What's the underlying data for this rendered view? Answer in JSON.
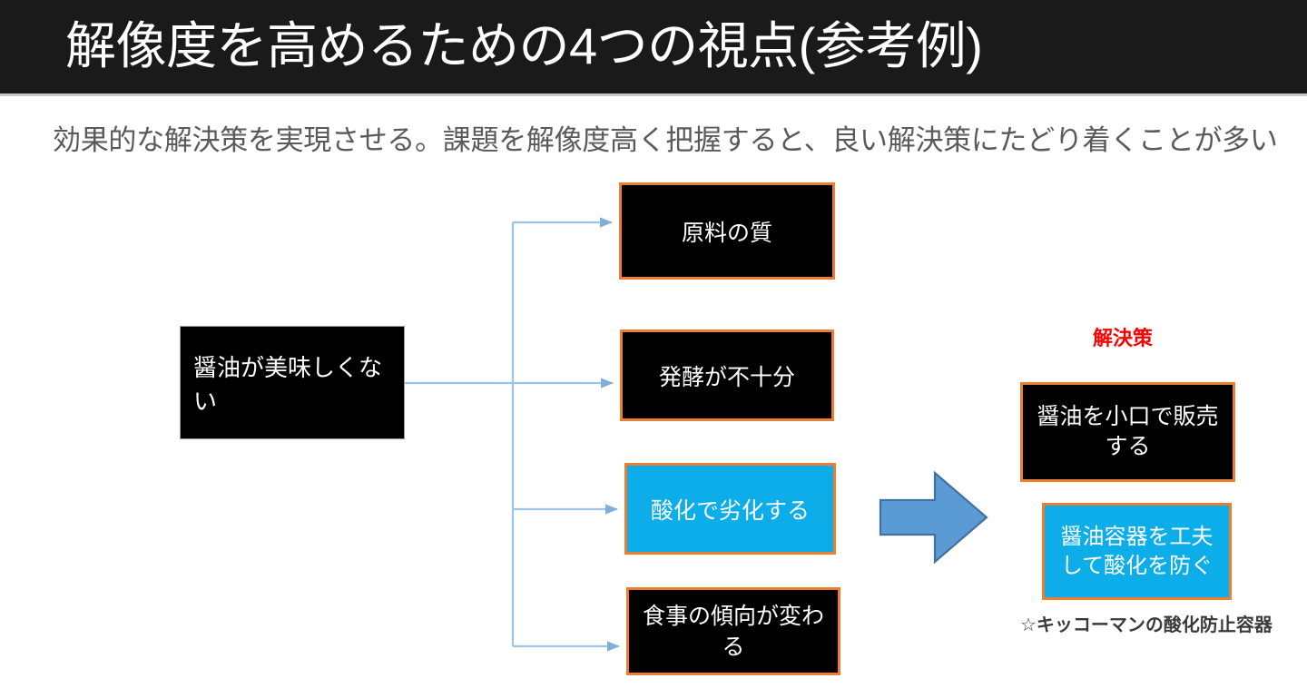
{
  "header": {
    "title": "解像度を高めるための4つの視点(参考例)",
    "bar_color": "#1a1a1a",
    "title_color": "#ffffff"
  },
  "subtitle": {
    "text": "効果的な解決策を実現させる。課題を解像度高く把握すると、良い解決策にたどり着くことが多い",
    "color": "#5a5a5a"
  },
  "diagram": {
    "root": {
      "label": "醤油が美味しくない",
      "fill": "#000000",
      "border": "#9a9a9a",
      "text_color": "#ffffff"
    },
    "branches": [
      {
        "label": "原料の質",
        "fill": "#000000",
        "border": "#ED7D31",
        "text_color": "#ffffff"
      },
      {
        "label": "発酵が不十分",
        "fill": "#000000",
        "border": "#ED7D31",
        "text_color": "#ffffff"
      },
      {
        "label": "酸化で劣化する",
        "fill": "#0CADE8",
        "border": "#ED7D31",
        "text_color": "#ffffff"
      },
      {
        "label": "食事の傾向が変わる",
        "fill": "#000000",
        "border": "#ED7D31",
        "text_color": "#ffffff"
      }
    ],
    "connector_color": "#9DC3E6",
    "transition_arrow": {
      "name": "right-block-arrow",
      "fill": "#5B9BD5",
      "stroke": "#41719C"
    },
    "solutions": {
      "heading": "解決策",
      "heading_color": "#FF0000",
      "items": [
        {
          "label": "醤油を小口で販売する",
          "fill": "#000000",
          "border": "#ED7D31",
          "text_color": "#ffffff"
        },
        {
          "label": "醤油容器を工夫して酸化を防ぐ",
          "fill": "#0CADE8",
          "border": "#ED7D31",
          "text_color": "#ffffff"
        }
      ],
      "footnote": "☆キッコーマンの酸化防止容器",
      "footnote_color": "#3a3a3a"
    }
  }
}
